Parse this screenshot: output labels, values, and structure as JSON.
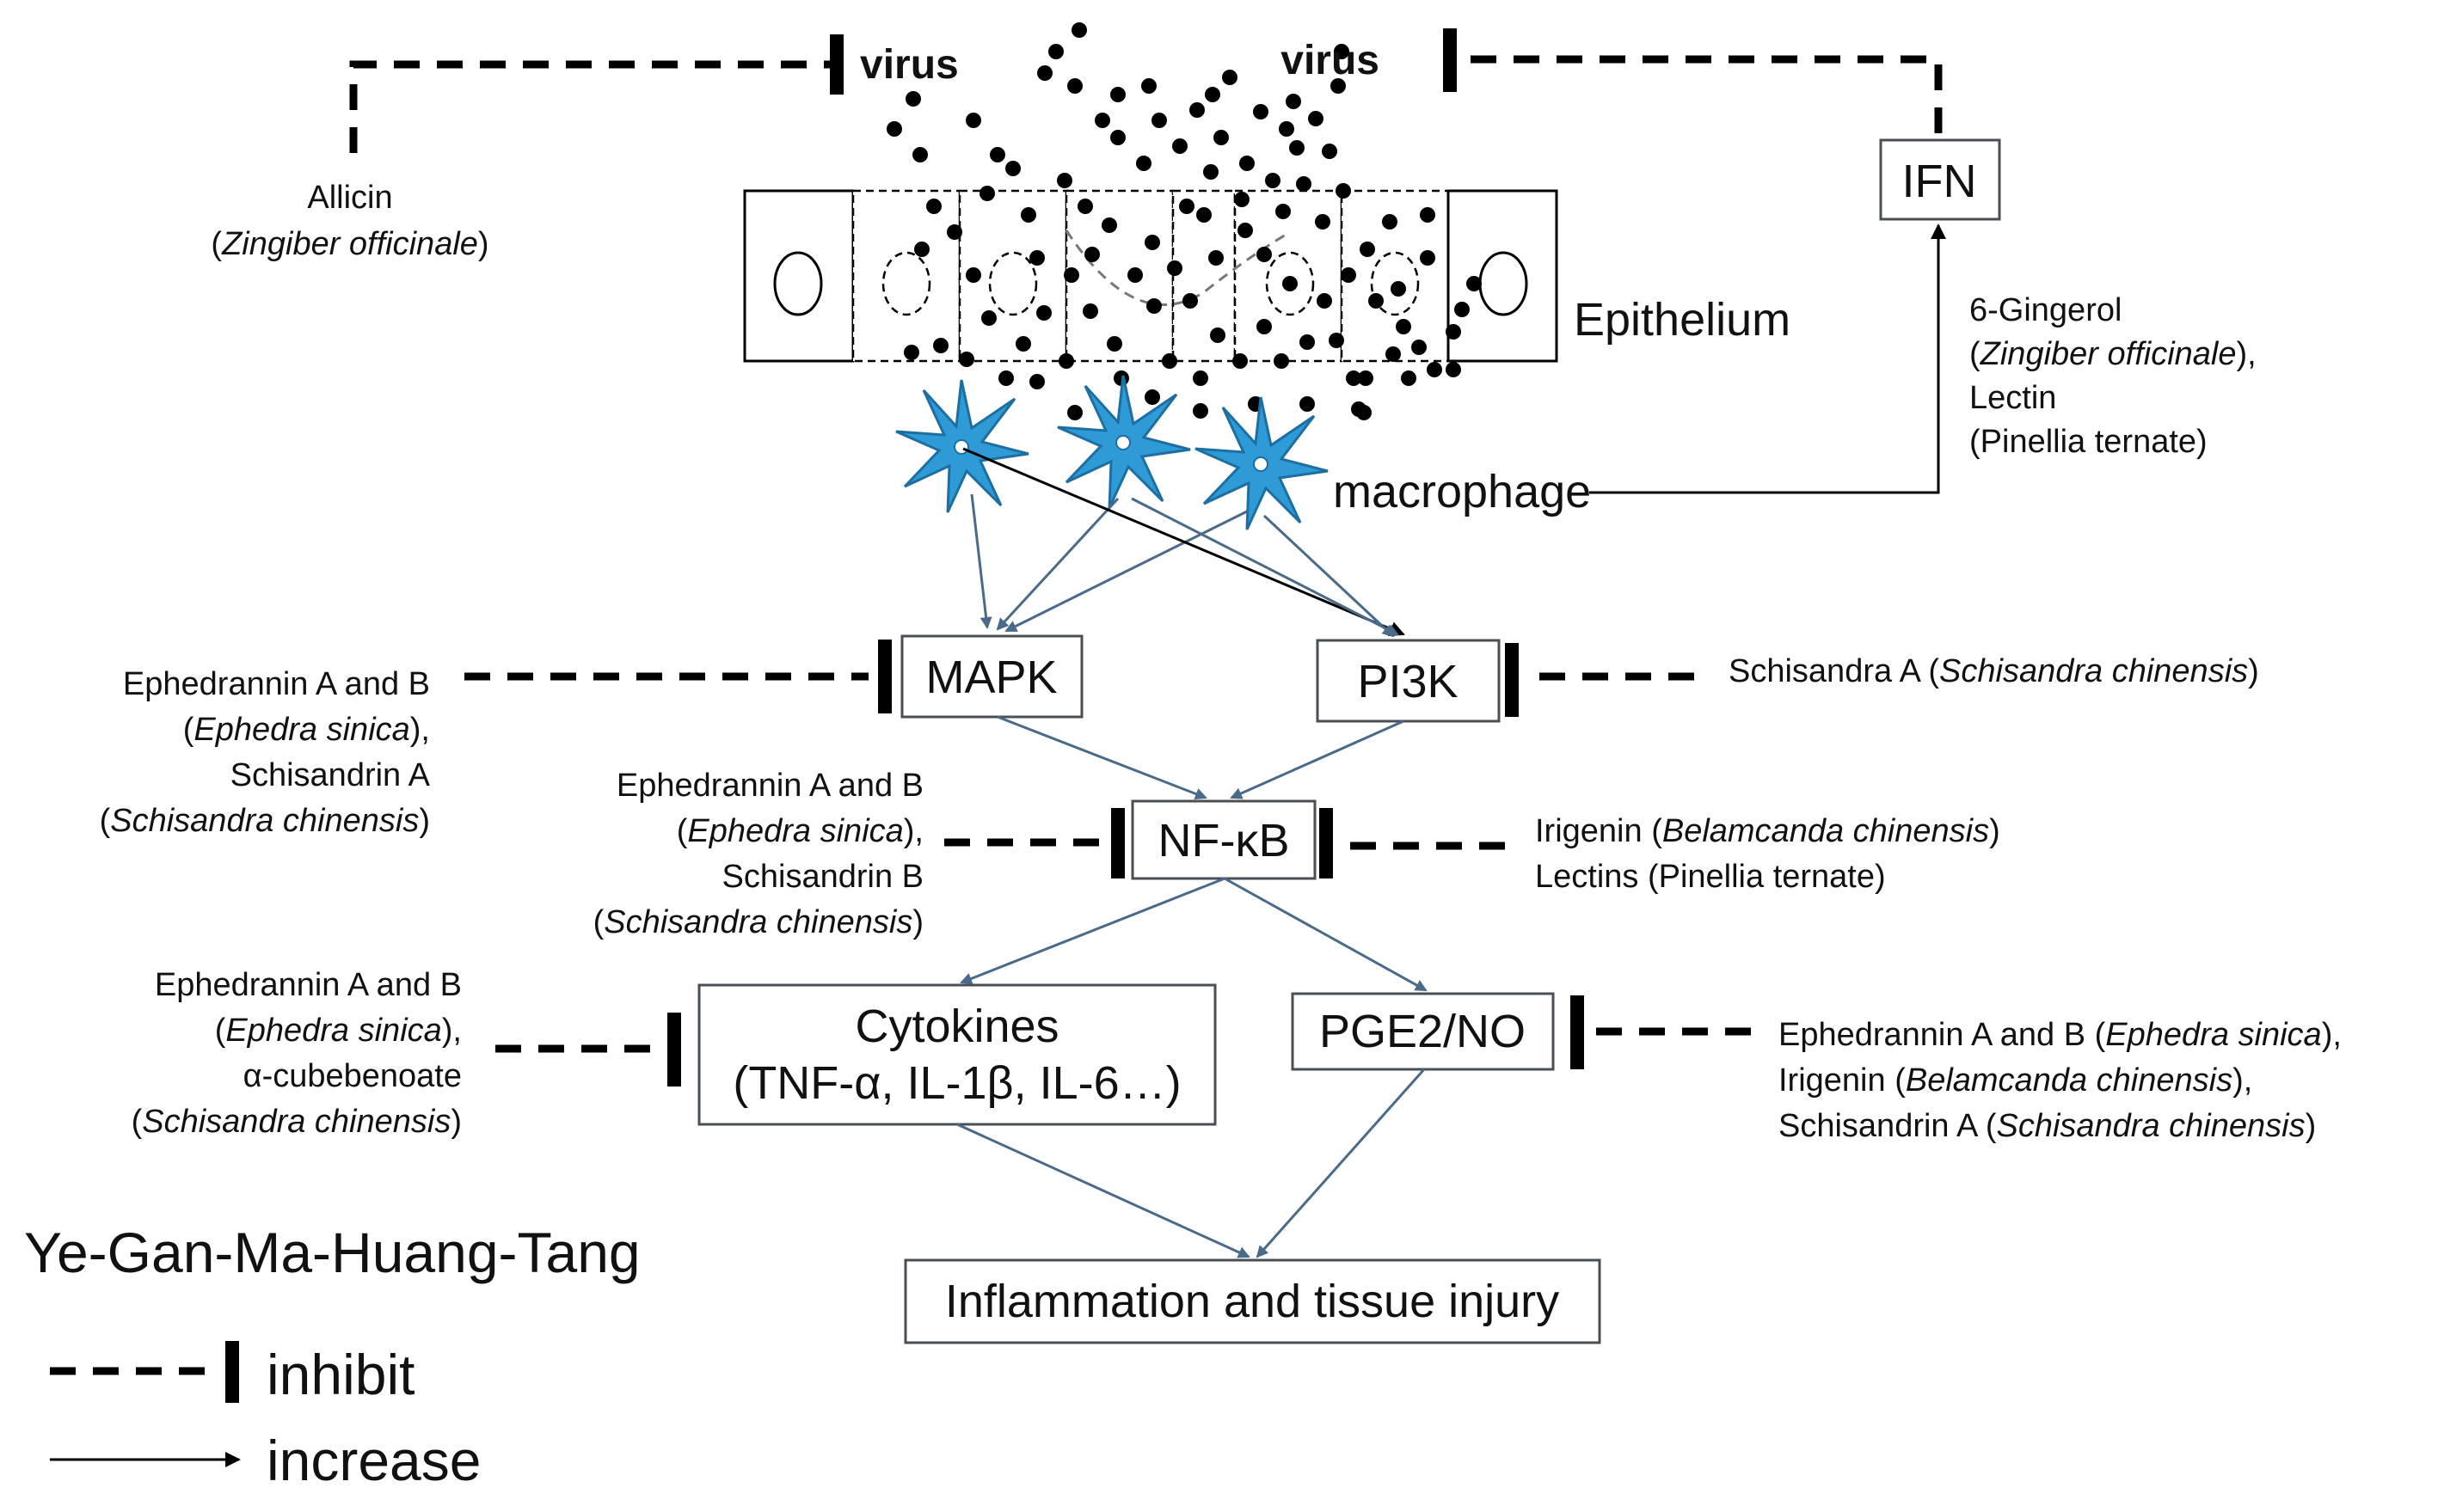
{
  "labels": {
    "virus_left": "virus",
    "virus_right": "virus",
    "allicin": "Allicin",
    "zingiber_1": "Zingiber officinale",
    "epithelium": "Epithelium",
    "ifn": "IFN",
    "gingerol_1": "6-Gingerol",
    "zingiber_2": "Zingiber officinale",
    "gingerol_3": "Lectin",
    "gingerol_4": "(Pinellia ternate)",
    "macrophage": "macrophage",
    "mapk": "MAPK",
    "pi3k": "PI3K",
    "nfkb": "NF-κB",
    "cytokines_1": "Cytokines",
    "cytokines_2": "(TNF-α, IL-1β, IL-6…)",
    "pge2no": "PGE2/NO",
    "inflammation": "Inflammation and tissue injury",
    "mapk_inh_1": "Ephedrannin A and B",
    "ephedra_sinica": "Ephedra sinica",
    "schisandrin_a": "Schisandrin A",
    "schisandra_chinensis": "Schisandra chinensis",
    "pi3k_inh_1": "Schisandra A (",
    "nfkb_inh_l_3": "Schisandrin B",
    "irigenin": "Irigenin (",
    "belamcanda": "Belamcanda chinensis",
    "lectins": "Lectins (Pinellia ternate)",
    "cubebenoate": "α-cubebenoate",
    "pge_inh_1": "Ephedrannin A and B (",
    "pge_inh_3": "Schisandrin A (",
    "paren_open": "(",
    "paren_close": ")",
    "paren_close_comma": "),",
    "title": "Ye-Gan-Ma-Huang-Tang",
    "legend_inhibit": "inhibit",
    "legend_increase": "increase"
  },
  "colors": {
    "macrophage": "#2e9bd6",
    "arrow": "#4a6a8a",
    "inhibit": "#000000"
  },
  "icons": [
    "macrophage-icon",
    "virus-particle-icon",
    "epithelial-cell-icon"
  ]
}
